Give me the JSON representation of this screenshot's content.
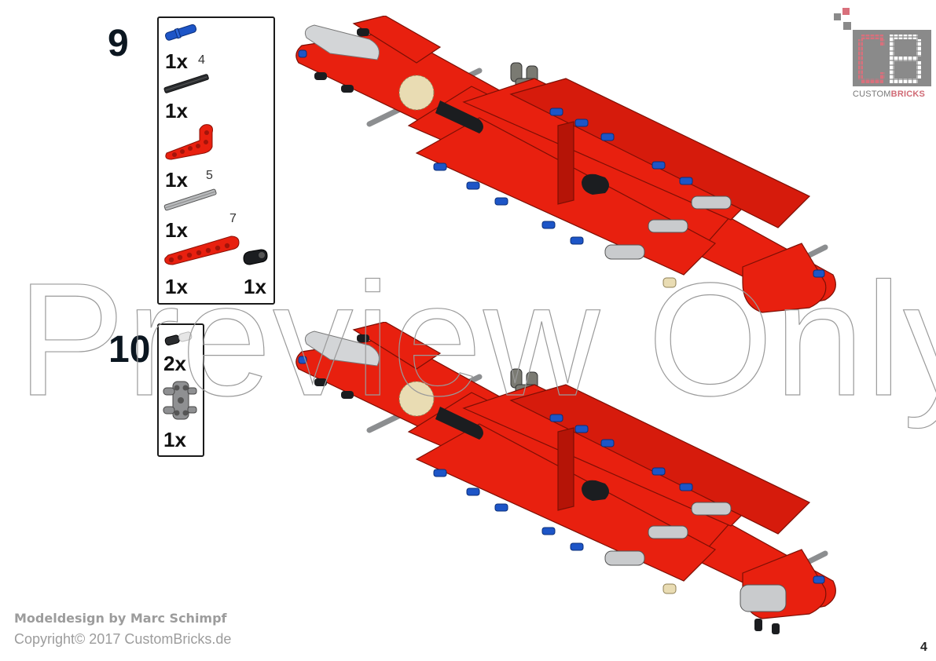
{
  "page": {
    "page_number": "4",
    "background": "#ffffff"
  },
  "logo": {
    "brand_part1": "CUSTOM",
    "brand_part2": "BRICKS",
    "monogram": "CB",
    "colors": {
      "box": "#8a8a8a",
      "c_dots": "#d9707c",
      "b_dots": "#ffffff",
      "accent_square": "#d9707c"
    }
  },
  "watermark": {
    "text": "Preview Only"
  },
  "steps": [
    {
      "number": "9",
      "parts": [
        {
          "name": "blue-axle-pin",
          "qty": "1x",
          "length": ""
        },
        {
          "name": "black-axle",
          "qty": "1x",
          "length": "4"
        },
        {
          "name": "red-l-beam",
          "qty": "1x",
          "length": ""
        },
        {
          "name": "gray-axle",
          "qty": "1x",
          "length": "5"
        },
        {
          "name": "red-beam",
          "qty": "1x",
          "length": "7"
        },
        {
          "name": "black-connector",
          "qty": "1x",
          "length": ""
        }
      ]
    },
    {
      "number": "10",
      "parts": [
        {
          "name": "black-pin",
          "qty": "2x",
          "length": ""
        },
        {
          "name": "gray-pin-connector",
          "qty": "1x",
          "length": ""
        }
      ]
    }
  ],
  "footer": {
    "credit": "Modeldesign by Marc Schimpf",
    "copyright": "Copyright© 2017  CustomBricks.de"
  },
  "colors": {
    "technic_red": "#e8200f",
    "technic_red_dark": "#b51407",
    "technic_blue": "#1d55c7",
    "technic_black": "#1b1d20",
    "technic_gray": "#c9cbcd",
    "technic_dark_gray": "#7a7a72",
    "technic_tan": "#e9dcb3"
  }
}
